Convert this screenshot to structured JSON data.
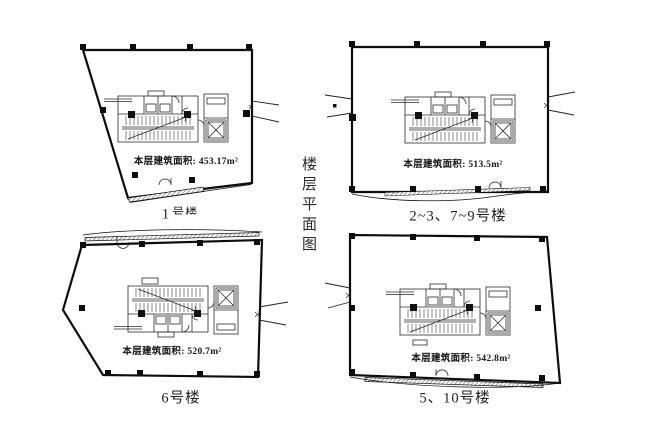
{
  "sheet_title": {
    "text": "楼层平面图"
  },
  "colors": {
    "line": "#1a1a1a",
    "paper": "#ffffff"
  },
  "plans": [
    {
      "name": "building-1",
      "label": "1号楼",
      "label_num": "1",
      "label_cn": "号楼",
      "area_label": "本层建筑面积: 453.17m²"
    },
    {
      "name": "building-2-3-7-9",
      "label": "2~3、7~9号楼",
      "area_label": "本层建筑面积: 513.5m²"
    },
    {
      "name": "building-6",
      "label": "6号楼",
      "area_label": "本层建筑面积: 520.7m²"
    },
    {
      "name": "building-5-10",
      "label": "5、10号楼",
      "area_label": "本层建筑面积: 542.8m²"
    }
  ]
}
